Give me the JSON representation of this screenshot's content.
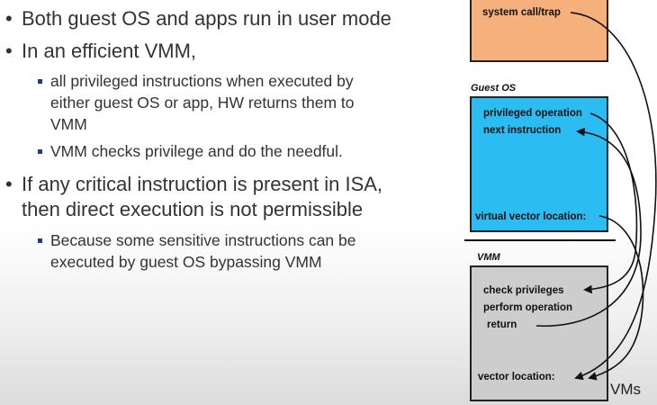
{
  "bullets": [
    {
      "text": "Both guest OS and apps run in user mode"
    },
    {
      "text": "In an efficient VMM,"
    },
    {
      "text": "If any critical instruction is present in ISA,",
      "text2": "then direct execution is not permissible"
    }
  ],
  "sub_bullets": {
    "efficient": [
      {
        "lines": [
          "all privileged instructions when executed by",
          "either guest OS or app, HW returns them to",
          "VMM"
        ]
      },
      {
        "lines": [
          "VMM checks privilege and do the needful."
        ]
      }
    ],
    "critical": [
      {
        "lines": [
          "Because some sensitive instructions can be",
          "executed by guest OS bypassing VMM"
        ]
      }
    ]
  },
  "diagram": {
    "app_box": {
      "items": [
        "system call/trap"
      ]
    },
    "guest_box": {
      "label": "Guest OS",
      "items": [
        "privileged operation",
        "next instruction",
        "virtual vector location:"
      ]
    },
    "vmm_box": {
      "label": "VMM",
      "items": [
        "check  privileges",
        "perform operation",
        "return",
        "vector location:"
      ]
    },
    "vms_label": "VMs"
  },
  "colors": {
    "app_box": "#f6b07b",
    "guest_box": "#2bbcf2",
    "vmm_box": "#cdcdcd",
    "bullet_square": "#1f3b8a"
  }
}
